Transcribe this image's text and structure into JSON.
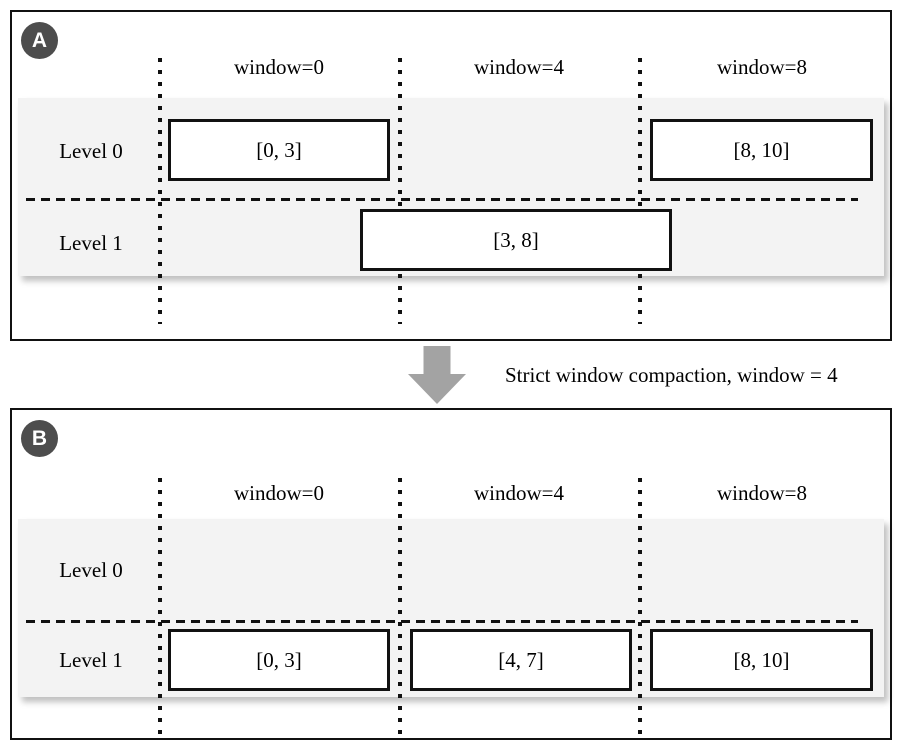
{
  "figure": {
    "panels": [
      {
        "badge": "A",
        "columns": [
          "window=0",
          "window=4",
          "window=8"
        ],
        "rows": [
          {
            "label": "Level 0",
            "boxes": [
              {
                "label": "[0, 3]"
              },
              {
                "label": "[8, 10]"
              }
            ]
          },
          {
            "label": "Level 1",
            "boxes": [
              {
                "label": "[3, 8]"
              }
            ]
          }
        ]
      },
      {
        "badge": "B",
        "columns": [
          "window=0",
          "window=4",
          "window=8"
        ],
        "rows": [
          {
            "label": "Level 0",
            "boxes": []
          },
          {
            "label": "Level 1",
            "boxes": [
              {
                "label": "[0, 3]"
              },
              {
                "label": "[4, 7]"
              },
              {
                "label": "[8, 10]"
              }
            ]
          }
        ]
      }
    ],
    "transition": {
      "caption": "Strict window compaction, window = 4"
    },
    "colors": {
      "band_background": "#f3f3f3",
      "badge_background": "#4d4d4d",
      "arrow_gray": "#a3a3a3",
      "line_black": "#111111"
    }
  }
}
